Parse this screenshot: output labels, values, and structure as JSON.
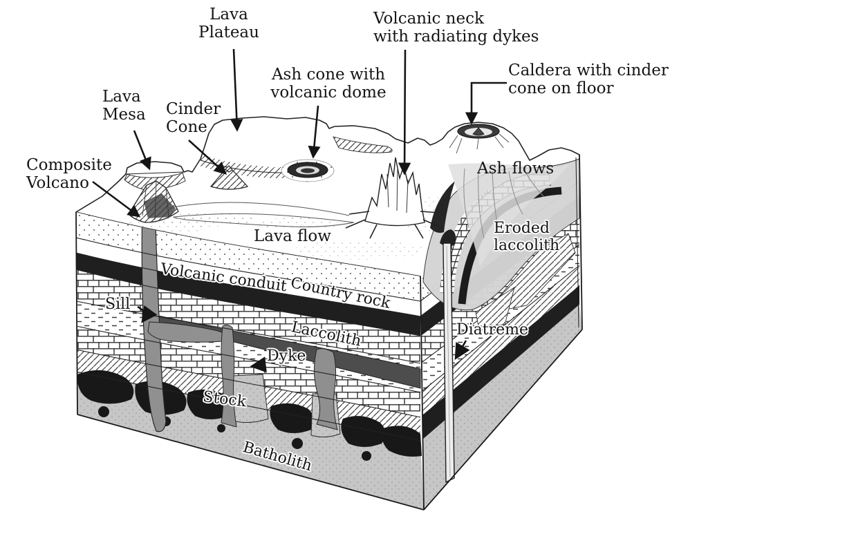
{
  "diagram": {
    "type": "geological block diagram of volcanic landforms and igneous intrusions",
    "labels": {
      "lava_plateau": [
        "Lava",
        "Plateau"
      ],
      "volcanic_neck": [
        "Volcanic neck",
        "with radiating dykes"
      ],
      "ash_cone": [
        "Ash cone with",
        "volcanic dome"
      ],
      "caldera": [
        "Caldera with cinder",
        "cone on floor"
      ],
      "lava_mesa": [
        "Lava",
        "Mesa"
      ],
      "cinder_cone": [
        "Cinder",
        "Cone"
      ],
      "composite_volcano": [
        "Composite",
        "Volcano"
      ],
      "ash_flows": "Ash flows",
      "lava_flow": "Lava flow",
      "volcanic_conduit": "Volcanic conduit",
      "country_rock": "Country rock",
      "sill": "Sill",
      "laccolith": "Laccolith",
      "dyke": "Dyke",
      "eroded_laccolith": [
        "Eroded",
        "laccolith"
      ],
      "diatreme": "Diatreme",
      "stock": "Stock",
      "batholith": "Batholith"
    },
    "colors": {
      "ink": "#1a1a1a",
      "paper": "#ffffff",
      "black_stratum": "#1f1f1f",
      "laccolith_band": "#4d4d4d",
      "intrusion_grey": "#909090",
      "batholith_grey": "#c6c6c6",
      "ash_grey": "#dedede"
    }
  }
}
